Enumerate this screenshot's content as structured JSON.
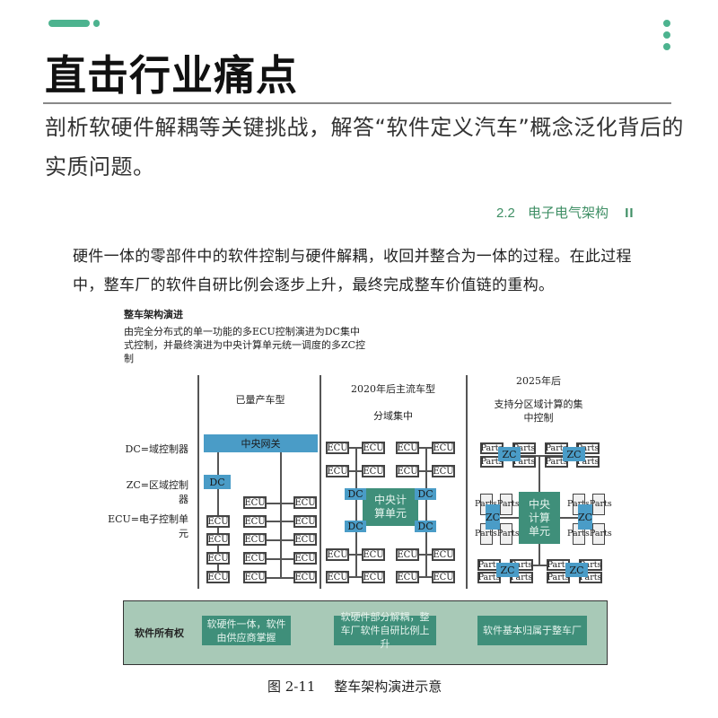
{
  "header": {
    "title": "直击行业痛点",
    "subtitle": "剖析软硬件解耦等关键挑战，解答“软件定义汽车”概念泛化背后的实质问题。",
    "accent_color": "#4db38f"
  },
  "section_marker": {
    "number": "2.2",
    "name": "电子电气架构",
    "glyph": "II"
  },
  "body_text": "硬件一体的零部件中的软件控制与硬件解耦，收回并整合为一体的过程。在此过程中，整车厂的软件自研比例会逐步上升，最终完成整车价值链的重构。",
  "figure": {
    "title": "整车架构演进",
    "description": "由完全分布式的单一功能的多ECU控制演进为DC集中式控制，并最终演进为中央计算单元统一调度的多ZC控制",
    "legend": [
      {
        "label": "DC=域控制器"
      },
      {
        "label": "ZC=区域控制器"
      },
      {
        "label": "ECU=电子控制单元"
      }
    ],
    "columns": [
      {
        "header": "已量产车型",
        "subheader": "",
        "gateway": "中央网关",
        "dc": "DC",
        "ecu": "ECU"
      },
      {
        "header": "2020年后主流车型",
        "subheader": "分域集中",
        "cpu": "中央计算单元",
        "dc": "DC",
        "ecu": "ECU"
      },
      {
        "header": "2025年后",
        "subheader": "支持分区域计算的集中控制",
        "cpu": "中央计算单元",
        "zc": "ZC",
        "parts": "Parts"
      }
    ],
    "ownership": {
      "label": "软件所有权",
      "stages": [
        "软硬件一体，软件由供应商掌握",
        "软硬件部分解耦，整车厂软件自研比例上升",
        "软件基本归属于整车厂"
      ]
    },
    "caption_number": "图 2-11",
    "caption_text": "整车架构演进示意",
    "colors": {
      "blue_box": "#4a9cc7",
      "teal_box": "#3f8f7a",
      "ownership_band": "#a8c9b7"
    }
  }
}
